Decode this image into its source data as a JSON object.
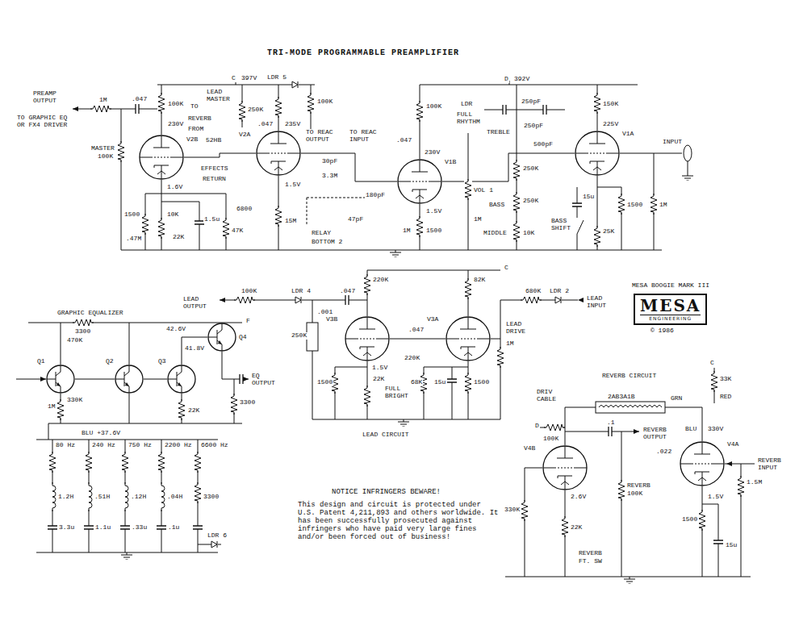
{
  "diagram": {
    "title": "TRI-MODE PROGRAMMABLE PREAMPLIFIER",
    "nodes": [
      {
        "text": [
          "V2B"
        ]
      },
      {
        "text": [
          "V2A"
        ]
      },
      {
        "text": [
          "V1B"
        ]
      },
      {
        "text": [
          "V1A"
        ]
      },
      {
        "text": [
          "V3B"
        ]
      },
      {
        "text": [
          "V3A"
        ]
      },
      {
        "text": [
          "MESA",
          "ENGINEERING"
        ]
      },
      {
        "text": [
          "Q1"
        ]
      },
      {
        "text": [
          "Q2"
        ]
      },
      {
        "text": [
          "Q3"
        ]
      },
      {
        "text": [
          "Q4"
        ]
      },
      {
        "text": [
          "V4B"
        ]
      },
      {
        "text": [
          "V4A"
        ]
      }
    ],
    "edges": [
      {
        "from": 3,
        "to": 2,
        "arrow": "none"
      },
      {
        "from": 2,
        "to": 1,
        "arrow": "none"
      },
      {
        "from": 1,
        "to": 0,
        "arrow": "none"
      },
      {
        "from": 5,
        "to": 4,
        "arrow": "none"
      },
      {
        "from": 7,
        "to": 8,
        "arrow": "none"
      },
      {
        "from": 8,
        "to": 9,
        "arrow": "none"
      },
      {
        "from": 9,
        "to": 10,
        "arrow": "none"
      },
      {
        "from": 12,
        "to": 11,
        "arrow": "none"
      }
    ],
    "labels": [
      "PREAMP OUTPUT",
      "TO GRAPHIC EQ OR FX4 DRIVER",
      "1M",
      ".047",
      "MASTER",
      "100K",
      "100K",
      "230V",
      "1.6V",
      "10K",
      "1500",
      ".47M",
      "22K",
      "1.5u",
      "47K",
      "6800",
      "C",
      "397V",
      "LEAD MASTER",
      "LDR 5",
      "100K",
      "250K",
      "TO",
      "REVERB",
      "FROM",
      ".047",
      "235V",
      "52HB",
      "EFFECTS",
      "RETURN",
      "1.5V",
      "15M",
      "TO REAC OUTPUT",
      "TO REAC INPUT",
      "30pF",
      "3.3M",
      "180pF",
      "47pF",
      "RELAY",
      "BOTTOM 2",
      ".047",
      "100K",
      "230V",
      "1.5V",
      "1M",
      "1500",
      "D",
      "392V",
      "LDR",
      "FULL RHYTHM",
      "250pF",
      "TREBLE",
      "250pF",
      "500pF",
      "250K",
      "VOL 1",
      "BASS",
      "250K",
      "1M",
      "MIDDLE",
      "10K",
      "150K",
      "225V",
      "INPUT",
      "15u",
      "1500",
      "1M",
      "25K",
      "BASS SHIFT",
      "LEAD OUTPUT",
      "100K",
      "LDR 4",
      "220K",
      ".047",
      ".001",
      "250K",
      "C",
      "82K",
      ".047",
      "220K",
      "680K",
      "LDR 2",
      "LEAD INPUT",
      "LEAD DRIVE",
      "1M",
      "1.5V",
      "1500",
      "22K",
      "FULL BRIGHT",
      "68K",
      "15u",
      "1500",
      "LEAD CIRCUIT",
      "MESA BOOGIE MARK III",
      "© 1986",
      "NOTICE INFRINGERS BEWARE!",
      "This design and circuit is protected under U.S. Patent 4,211,893 and others worldwide. It has been successfully prosecuted against infringers who have paid very large fines and/or been forced out of business!",
      "GRAPHIC EQUALIZER",
      "F",
      "3300",
      "470K",
      "42.6V",
      "41.8V",
      "1M",
      "330K",
      "22K",
      "EQ OUTPUT",
      "3300",
      "BLU +37.6V",
      "80 Hz",
      "240 Hz",
      "750 Hz",
      "2200 Hz",
      "6600 Hz",
      "1.2H",
      ".51H",
      ".12H",
      ".04H",
      "3300",
      "3.3u",
      "1.1u",
      ".33u",
      ".1u",
      "LDR 6",
      "REVERB CIRCUIT",
      "C",
      "33K",
      "RED",
      "330V",
      "BLU",
      "GRN",
      "2AB3A1B",
      "DRIV CABLE",
      "D",
      "100K",
      ".1",
      "REVERB OUTPUT",
      ".022",
      "REVERB INPUT",
      "1.5M",
      "2.6V",
      "330K",
      "22K",
      "REVERB",
      "100K",
      "REVERB",
      "FT. SW",
      "1.5V",
      "1500",
      "15u"
    ]
  }
}
